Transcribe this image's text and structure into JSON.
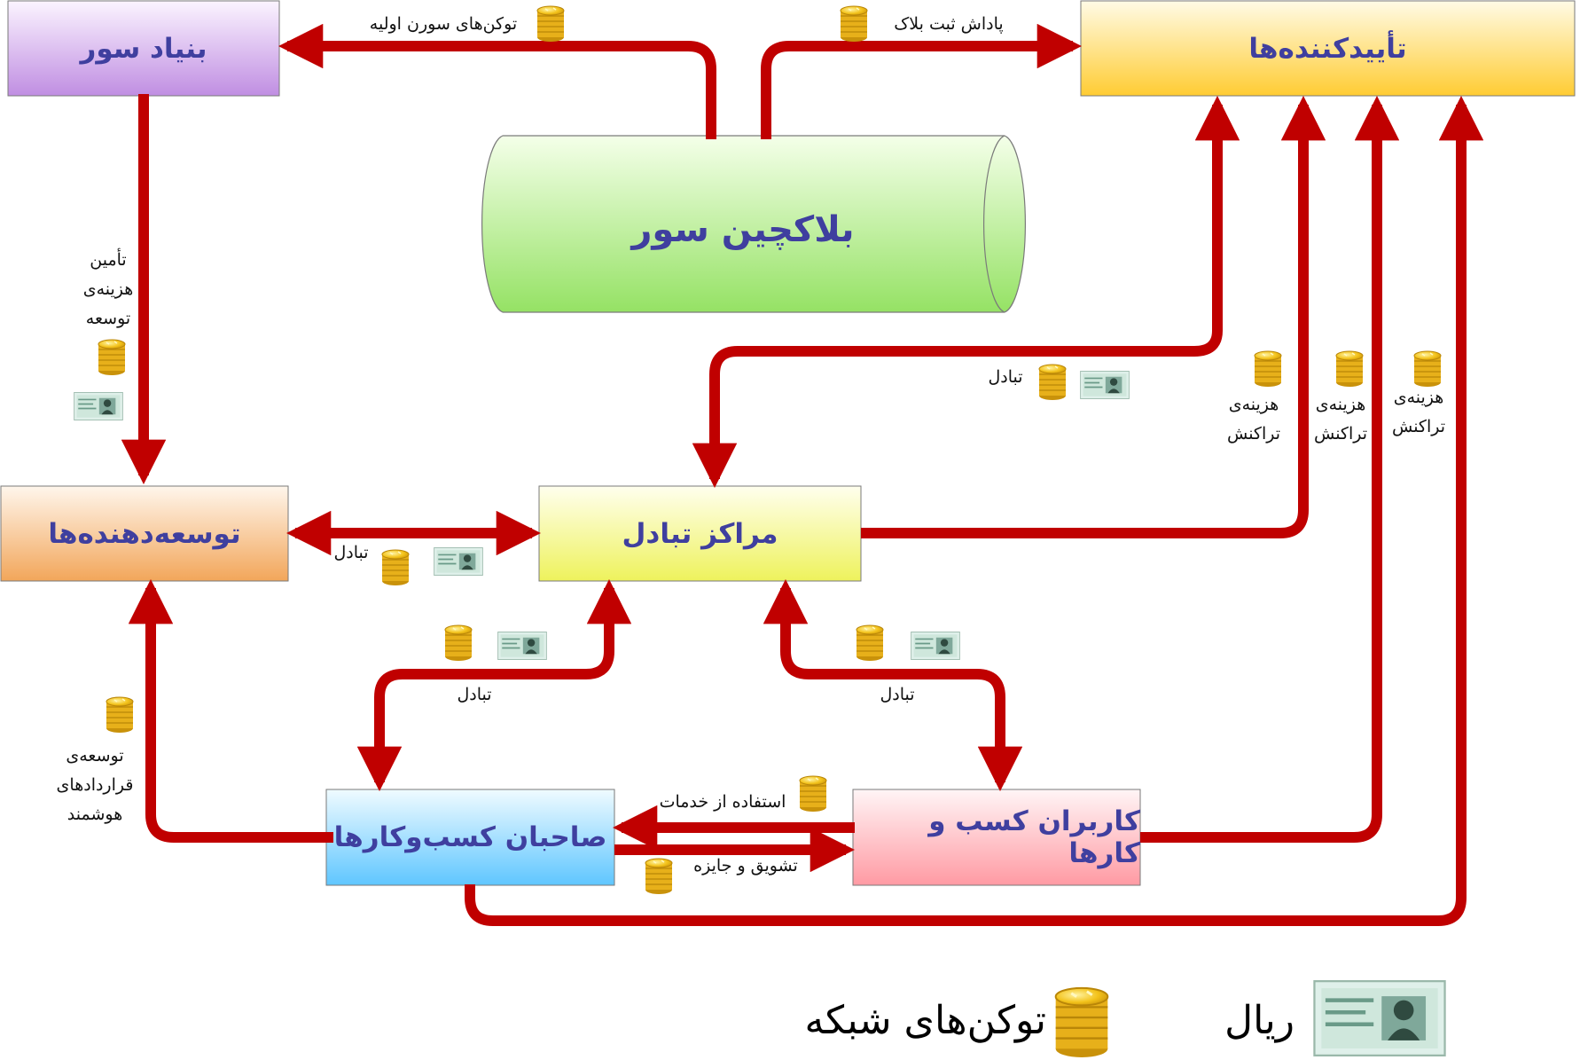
{
  "nodes": {
    "foundation": "بنیاد سور",
    "validators": "تأییدکننده‌ها",
    "blockchain": "بلاکچین سور",
    "developers": "توسعه‌دهنده‌ها",
    "exchanges": "مراکز تبادل",
    "business_owners": "صاحبان کسب‌وکارها",
    "business_users": "کاربران کسب و کارها"
  },
  "edges": {
    "initial_tokens": "توکن‌های سورن اولیه",
    "block_reward": "پاداش ثبت بلاک",
    "dev_funding": "تأمین هزینه‌ی توسعه",
    "exchange_validators": "تبادل",
    "exchange_developers": "تبادل",
    "exchange_owners": "تبادل",
    "exchange_users": "تبادل",
    "tx_fee_1": "هزینه‌ی تراکنش",
    "tx_fee_2": "هزینه‌ی تراکنش",
    "tx_fee_3": "هزینه‌ی تراکنش",
    "smart_contracts": "توسعه‌ی قراردادهای هوشمند",
    "use_services": "استفاده از خدمات",
    "incentives": "تشویق و جایزه"
  },
  "legend": {
    "tokens": "توکن‌های شبکه",
    "rial": "ریال"
  },
  "icons": {
    "token": "gold-coin-stack-icon",
    "rial": "banknote-icon"
  },
  "colors": {
    "arrow": "#c00000",
    "node_text": "#3f3f9f",
    "foundation": "#c9a0e8",
    "validators": "#ffd24a",
    "blockchain": "#b9f08f",
    "developers": "#f5b06a",
    "exchanges": "#f0f58a",
    "business_owners": "#80d4ff",
    "business_users": "#ffb2b8"
  }
}
